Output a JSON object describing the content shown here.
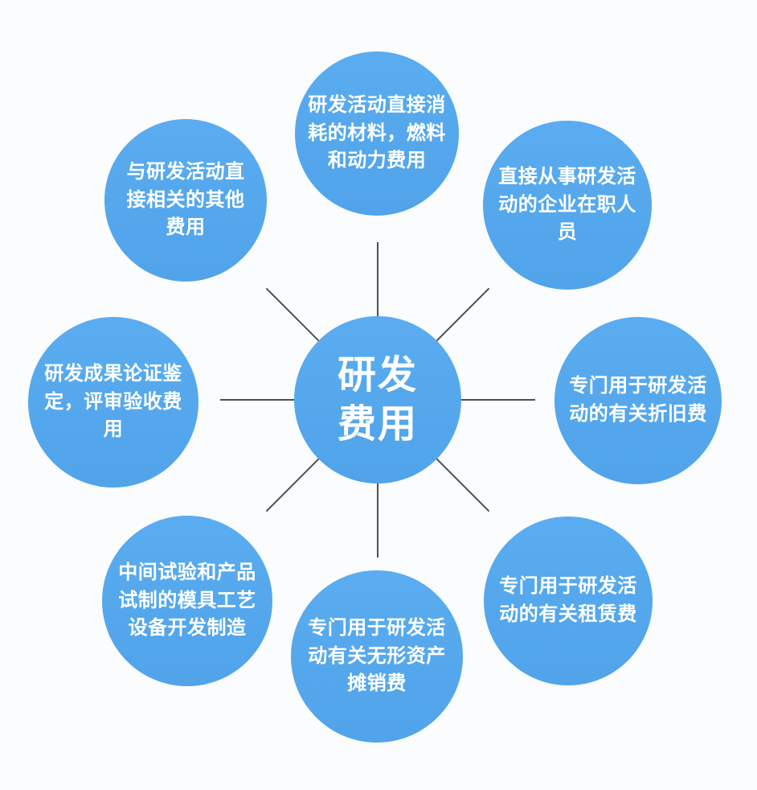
{
  "diagram": {
    "title": "研发费用",
    "type": "radial-spoke-diagram",
    "colors": {
      "node_fill": "#55a8ec",
      "node_text": "#ffffff",
      "connector": "#4f4f4f",
      "background": "#fbfcfe"
    },
    "center": {
      "label": "研发费用",
      "lines": [
        "研发",
        "费用"
      ]
    },
    "nodes": [
      {
        "position": "top",
        "label": "研发活动直接消耗的材料，燃料和动力费用",
        "lines": [
          "研发活动直接消",
          "耗的材料，燃料",
          "和动力费用"
        ]
      },
      {
        "position": "top-right",
        "label": "直接从事研发活动的企业在职人员",
        "lines": [
          "直接从事研发活",
          "动的企业在职人",
          "员"
        ]
      },
      {
        "position": "right",
        "label": "专门用于研发活动的有关折旧费",
        "lines": [
          "专门用于研发活",
          "动的有关折旧费"
        ]
      },
      {
        "position": "bottom-right",
        "label": "专门用于研发活动的有关租赁费",
        "lines": [
          "专门用于研发活",
          "动的有关租赁费"
        ]
      },
      {
        "position": "bottom",
        "label": "专门用于研发活动有关无形资产摊销费",
        "lines": [
          "专门用于研发活",
          "动有关无形资产",
          "摊销费"
        ]
      },
      {
        "position": "bottom-left",
        "label": "中间试验和产品试制的模具工艺设备开发制造",
        "lines": [
          "中间试验和产品",
          "试制的模具工艺",
          "设备开发制造"
        ]
      },
      {
        "position": "left",
        "label": "研发成果论证鉴定，评审验收费用",
        "lines": [
          "研发成果论证鉴",
          "定，评审验收费",
          "用"
        ]
      },
      {
        "position": "top-left",
        "label": "与研发活动直接相关的其他费用",
        "lines": [
          "与研发活动直",
          "接相关的其他",
          "费用"
        ]
      }
    ]
  }
}
